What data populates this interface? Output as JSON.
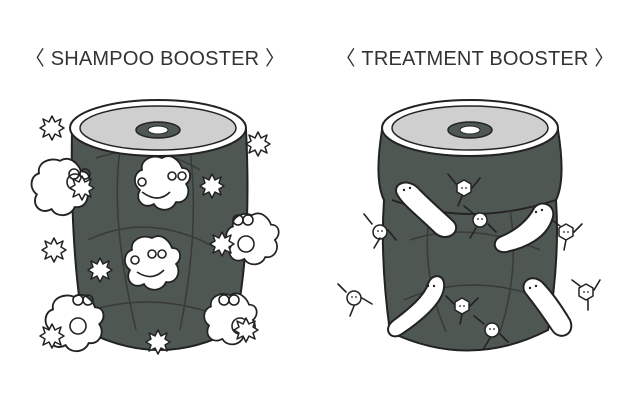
{
  "titles": {
    "shampoo": "〈 SHAMPOO BOOSTER 〉",
    "treatment": "〈 TREATMENT BOOSTER 〉"
  },
  "colors": {
    "drum_body": "#4f5752",
    "drum_top": "#cfcfcf",
    "outline": "#222222",
    "character_fill": "#ffffff"
  },
  "icons": {
    "left_illustration": "shampoo-booster-drum-with-foam-characters",
    "right_illustration": "treatment-booster-drum-with-capsule-characters"
  }
}
